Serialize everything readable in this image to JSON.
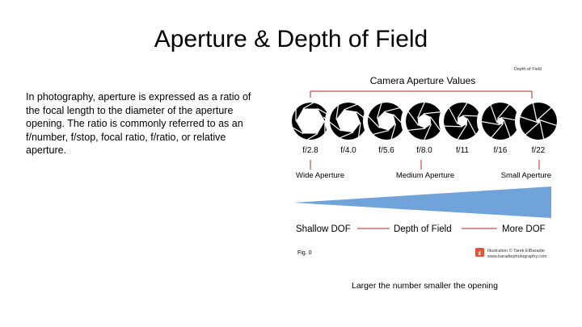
{
  "slide": {
    "title": "Aperture & Depth of Field",
    "body": "In photography, aperture is expressed as a ratio of the focal length to the diameter of the aperture opening. The ratio is commonly referred to as an f/number, f/stop, focal ratio, f/ratio, or relative aperture.",
    "caption": "Larger the number smaller the opening"
  },
  "figure": {
    "corner_label": "Depth of Field",
    "header": "Camera Aperture Values",
    "stops": [
      {
        "label": "f/2.8",
        "opening": 0.78
      },
      {
        "label": "f/4.0",
        "opening": 0.66
      },
      {
        "label": "f/5.6",
        "opening": 0.52
      },
      {
        "label": "f/8.0",
        "opening": 0.4
      },
      {
        "label": "f/11",
        "opening": 0.3
      },
      {
        "label": "f/16",
        "opening": 0.2
      },
      {
        "label": "f/22",
        "opening": 0.08
      }
    ],
    "aperture_labels": [
      "Wide Aperture",
      "Medium Aperture",
      "Small Aperture"
    ],
    "dof_left": "Shallow DOF",
    "dof_center": "Depth of Field",
    "dof_right": "More DOF",
    "fig_label": "Fig. 0",
    "credit_line1": "Illustration © Tarek ElBaradie",
    "credit_line2": "www.baradiephotography.com",
    "colors": {
      "accent_red": "#c0504d",
      "wedge_blue": "#6fa3d9",
      "logo_red": "#e2553a"
    }
  }
}
